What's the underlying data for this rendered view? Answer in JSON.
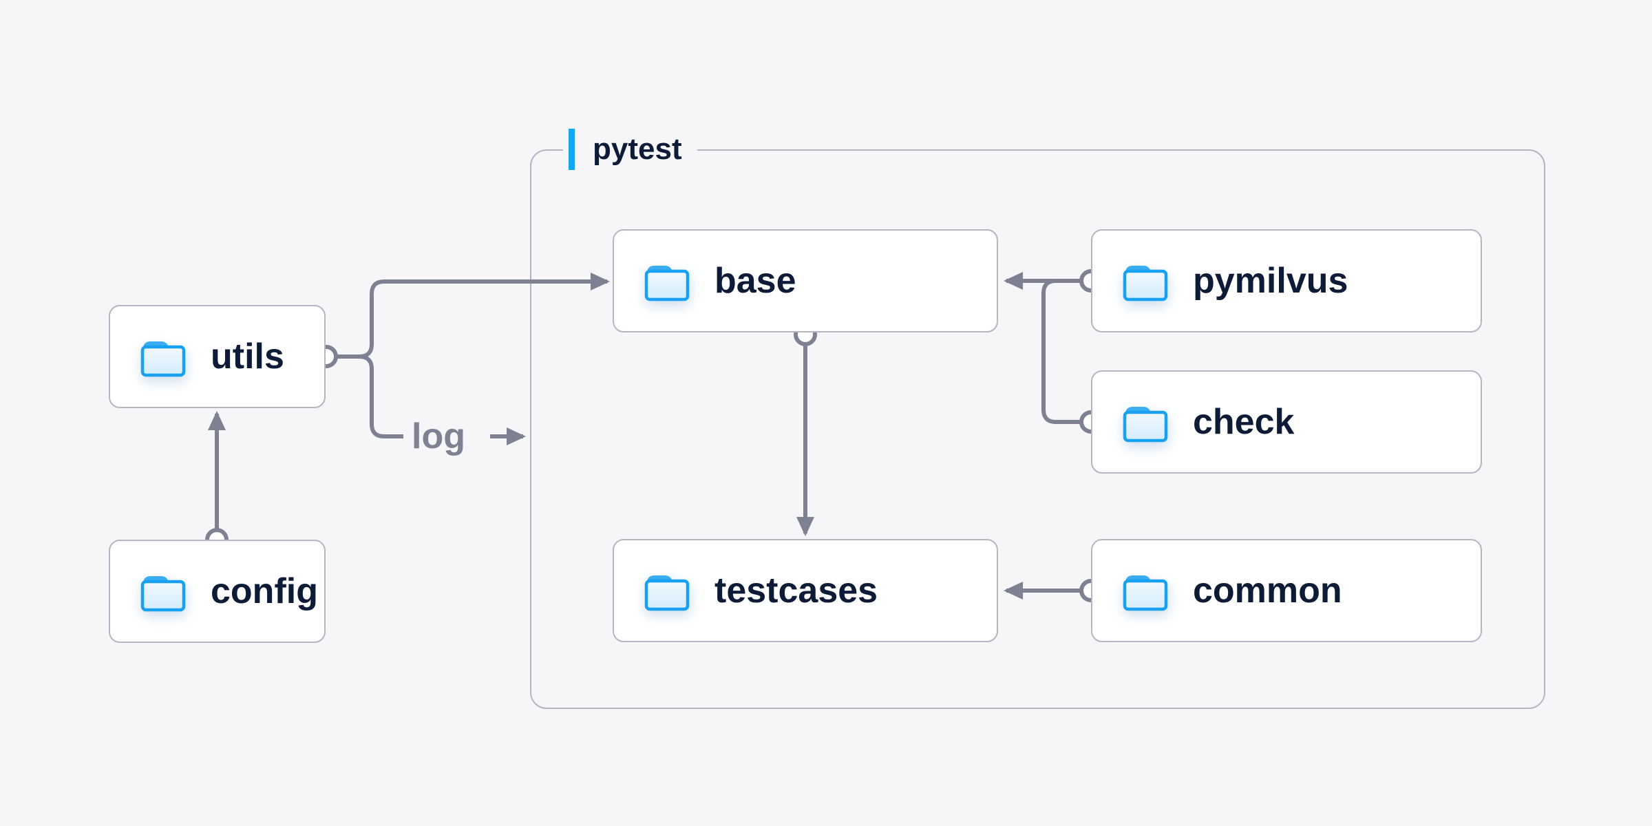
{
  "diagram": {
    "background_color": "#f6f6f8",
    "container": {
      "label": "pytest",
      "accent_color": "#12a9f2",
      "border_color": "#b4b6c1",
      "text_color": "#0d1b36"
    },
    "connector_color": "#7d8191",
    "node_style": {
      "bg": "#ffffff",
      "border_color": "#b4b6c1",
      "text_color": "#0d1b36",
      "folder_stroke": "#18a0f1",
      "folder_tab": "#3aacf2",
      "folder_fill_top": "#f2f9fe",
      "folder_fill_bottom": "#d3ecfc"
    },
    "nodes": [
      {
        "id": "utils",
        "label": "utils",
        "icon": "folder-icon",
        "inside_pytest": false
      },
      {
        "id": "config",
        "label": "config",
        "icon": "folder-icon",
        "inside_pytest": false
      },
      {
        "id": "base",
        "label": "base",
        "icon": "folder-icon",
        "inside_pytest": true
      },
      {
        "id": "pymilvus",
        "label": "pymilvus",
        "icon": "folder-icon",
        "inside_pytest": true
      },
      {
        "id": "check",
        "label": "check",
        "icon": "folder-icon",
        "inside_pytest": true
      },
      {
        "id": "testcases",
        "label": "testcases",
        "icon": "folder-icon",
        "inside_pytest": true
      },
      {
        "id": "common",
        "label": "common",
        "icon": "folder-icon",
        "inside_pytest": true
      }
    ],
    "edge_label": "log",
    "edges": [
      {
        "from": "config",
        "to": "utils"
      },
      {
        "from": "utils",
        "to": "base"
      },
      {
        "from": "utils",
        "to": "log"
      },
      {
        "from": "base",
        "to": "testcases"
      },
      {
        "from": "pymilvus",
        "to": "base"
      },
      {
        "from": "check",
        "to": "base"
      },
      {
        "from": "common",
        "to": "testcases"
      }
    ]
  }
}
